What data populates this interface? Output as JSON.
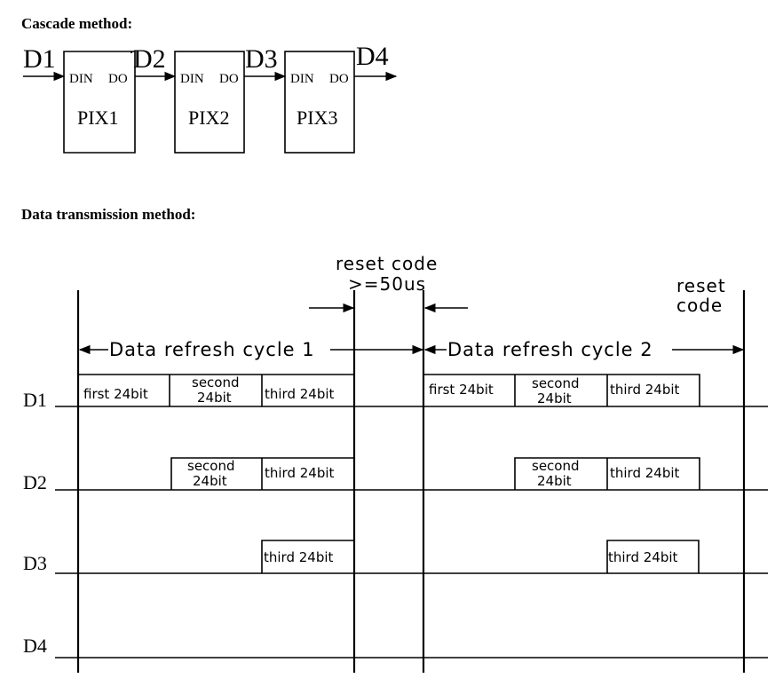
{
  "cascade": {
    "heading": "Cascade method:",
    "signals": [
      "D1",
      "D2",
      "D3",
      "D4"
    ],
    "pixels": [
      {
        "name": "PIX1",
        "din": "DIN",
        "dout": "DO"
      },
      {
        "name": "PIX2",
        "din": "DIN",
        "dout": "DO"
      },
      {
        "name": "PIX3",
        "din": "DIN",
        "dout": "DO"
      }
    ]
  },
  "transmission": {
    "heading": "Data transmission method:",
    "reset1_line1": "reset code",
    "reset1_line2": ">=50us",
    "reset2_line1": "reset",
    "reset2_line2": "code",
    "cycle1": "Data refresh cycle 1",
    "cycle2": "Data refresh cycle 2",
    "rows": [
      "D1",
      "D2",
      "D3",
      "D4"
    ],
    "cells": {
      "first": "first 24bit",
      "second_line1": "second",
      "second_line2": "24bit",
      "third": "third 24bit"
    }
  }
}
